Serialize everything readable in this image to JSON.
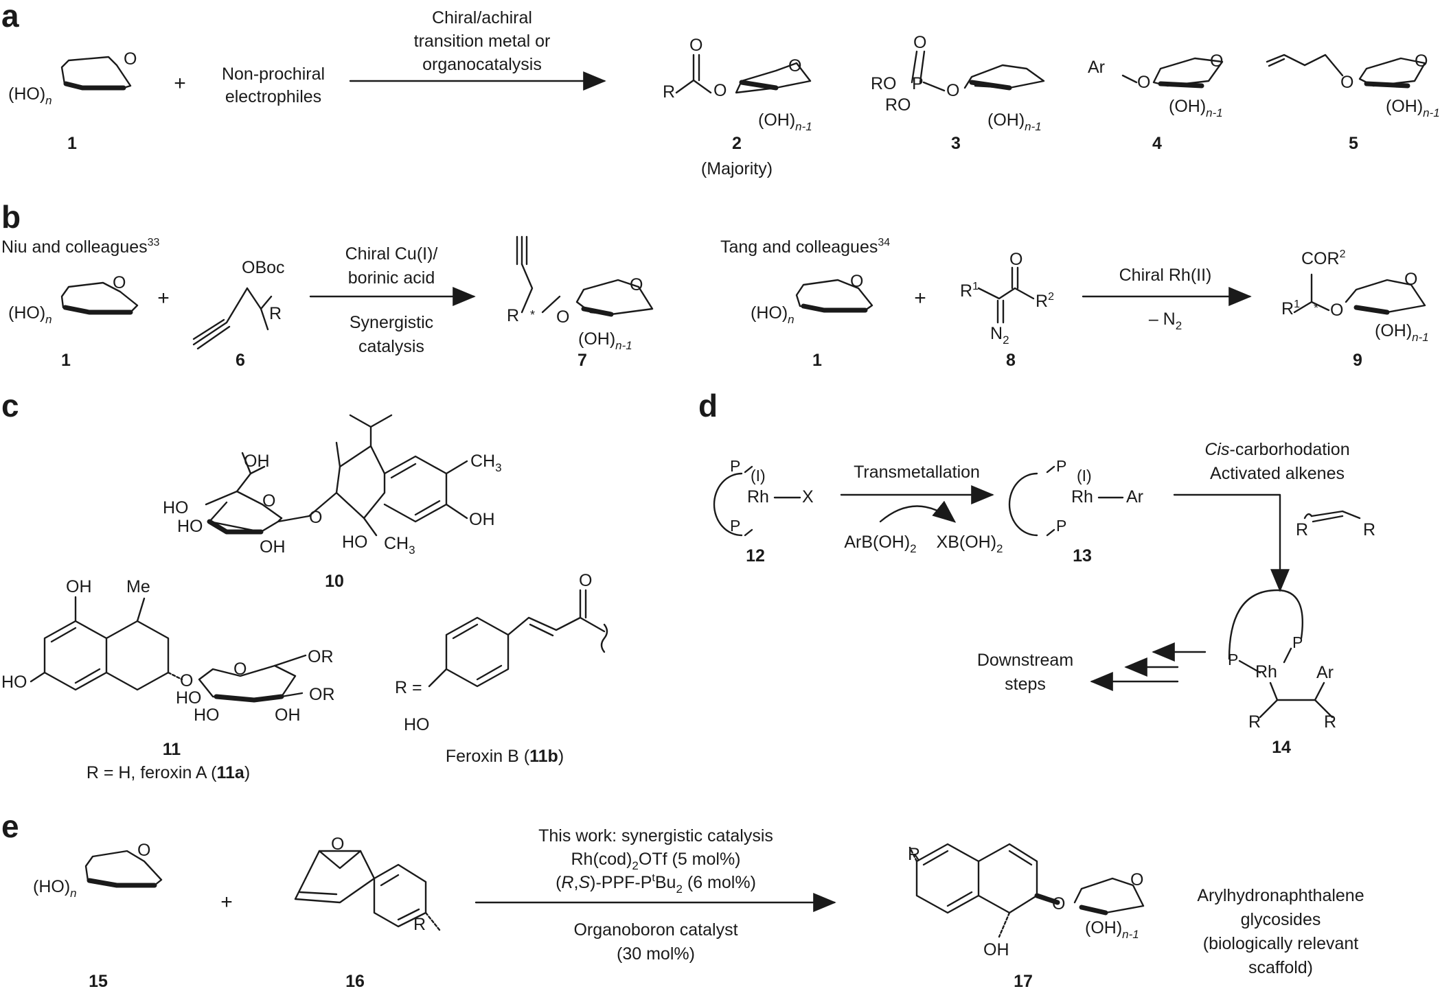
{
  "panels": {
    "a": "a",
    "b": "b",
    "c": "c",
    "d": "d",
    "e": "e"
  },
  "panel_a": {
    "reagent": "Non-prochiral\nelectrophiles",
    "conditions": "Chiral/achiral\ntransition metal or\norganocatalysis",
    "plus": "+",
    "sugar_sub": "(HO)",
    "n": "n",
    "acyl_R": "R",
    "acyl_O1": "O",
    "acyl_O2": "O",
    "phos_RO1": "RO",
    "phos_RO2": "RO",
    "phos_P": "P",
    "phos_O1": "O",
    "phos_O2": "O",
    "aryl_Ar": "Ar",
    "aryl_O": "O",
    "allyl_O": "O",
    "ring_O": "O",
    "oh_sub": "(OH)",
    "n1": "n-1",
    "labels": {
      "c1": "1",
      "c2": "2",
      "c3": "3",
      "c4": "4",
      "c5": "5"
    },
    "majority": "(Majority)"
  },
  "panel_b": {
    "niu": "Niu and colleagues",
    "niu_ref": "33",
    "tang": "Tang and colleagues",
    "tang_ref": "34",
    "obboc": "OBoc",
    "R": "R",
    "cond1_top": "Chiral Cu(I)/\nborinic acid",
    "cond1_bottom": "Synergistic\ncatalysis",
    "cond2_top": "Chiral Rh(II)",
    "cond2_bottom": "– N",
    "cond2_bottom_sub": "2",
    "R1": "R",
    "R1_sup": "1",
    "R2": "R",
    "R2_sup": "2",
    "N2": "N",
    "N2_sub": "2",
    "O": "O",
    "COR2": "COR",
    "COR2_sup": "2",
    "star": "*",
    "labels": {
      "c1a": "1",
      "c6": "6",
      "c7": "7",
      "c1b": "1",
      "c8": "8",
      "c9": "9"
    }
  },
  "panel_c": {
    "OH": "OH",
    "HO": "HO",
    "CH3": "CH",
    "CH3_sub": "3",
    "O": "O",
    "Me": "Me",
    "OR": "OR",
    "R_eq": "R =",
    "label10": "10",
    "label11": "11",
    "caption11": "R = H, feroxin A (",
    "caption11_bold": "11a",
    "caption11_end": ")",
    "feroxinB": "Feroxin B (",
    "feroxinB_bold": "11b",
    "feroxinB_end": ")"
  },
  "panel_d": {
    "P": "P",
    "Rh": "Rh",
    "I": "(I)",
    "X": "X",
    "Ar": "Ar",
    "R": "R",
    "transmet": "Transmetallation",
    "arb": "ArB(OH)",
    "arb_sub": "2",
    "xb": "XB(OH)",
    "xb_sub": "2",
    "cis": "Cis",
    "cis_rest": "-carborhodation",
    "activated": "Activated alkenes",
    "downstream": "Downstream\nsteps",
    "labels": {
      "c12": "12",
      "c13": "13",
      "c14": "14"
    }
  },
  "panel_e": {
    "line1": "This work: synergistic catalysis",
    "line2a": "Rh(cod)",
    "line2sub": "2",
    "line2b": "OTf (5 mol%)",
    "line3a": "(",
    "line3R": "R",
    "line3comma": ",",
    "line3S": "S",
    "line3b": ")-PPF-P",
    "line3t": "t",
    "line3c": "Bu",
    "line3sub": "2",
    "line3d": " (6 mol%)",
    "line4": "Organoboron catalyst\n(30 mol%)",
    "product_desc": "Arylhydronaphthalene glycosides\n(biologically relevant scaffold)",
    "R": "R",
    "O": "O",
    "OH": "OH",
    "labels": {
      "c15": "15",
      "c16": "16",
      "c17": "17"
    }
  }
}
